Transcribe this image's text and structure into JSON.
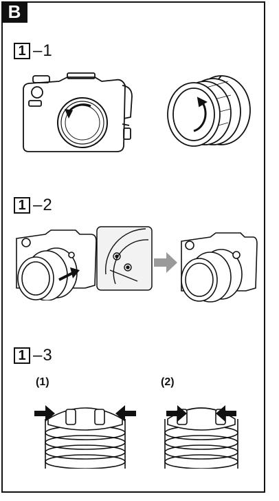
{
  "section_letter": "B",
  "steps": [
    {
      "number": "1",
      "suffix": "–1"
    },
    {
      "number": "1",
      "suffix": "–2"
    },
    {
      "number": "1",
      "suffix": "–3"
    }
  ],
  "sub_labels": [
    "(1)",
    "(2)"
  ]
}
